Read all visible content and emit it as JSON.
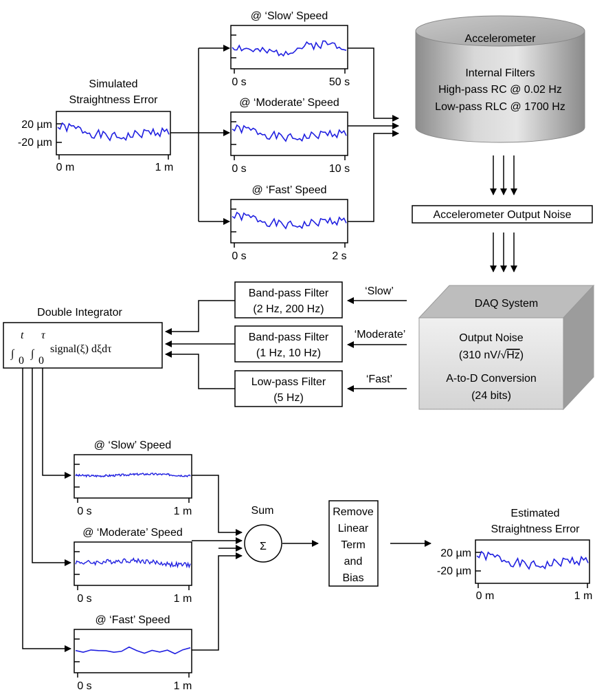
{
  "input": {
    "title_line1": "Simulated",
    "title_line2": "Straightness Error",
    "y_top": "20 µm",
    "y_bottom": "-20 µm",
    "x_left": "0 m",
    "x_right": "1 m"
  },
  "speed_plots": [
    {
      "title": "@ ‘Slow’ Speed",
      "x_left": "0 s",
      "x_right": "50 s"
    },
    {
      "title": "@ ‘Moderate’ Speed",
      "x_left": "0 s",
      "x_right": "10 s"
    },
    {
      "title": "@ ‘Fast’ Speed",
      "x_left": "0 s",
      "x_right": "2 s"
    }
  ],
  "accelerometer": {
    "title": "Accelerometer",
    "filters_title": "Internal Filters",
    "highpass": "High-pass RC @ 0.02 Hz",
    "lowpass": "Low-pass RLC @ 1700 Hz"
  },
  "accel_output_noise": "Accelerometer Output Noise",
  "daq": {
    "title": "DAQ System",
    "noise_label": "Output Noise",
    "noise_value_prefix": "(310 nV/",
    "noise_value_radicand": "Hz",
    "noise_value_suffix": ")",
    "adc_label": "A-to-D Conversion",
    "adc_bits": "(24 bits)"
  },
  "filters": [
    {
      "line1": "Band-pass Filter",
      "line2": "(2 Hz, 200 Hz)",
      "speed": "‘Slow’"
    },
    {
      "line1": "Band-pass Filter",
      "line2": "(1 Hz, 10 Hz)",
      "speed": "‘Moderate’"
    },
    {
      "line1": "Low-pass Filter",
      "line2": "(5 Hz)",
      "speed": "‘Fast’"
    }
  ],
  "integrator": {
    "title": "Double Integrator",
    "upper_outer": "t",
    "upper_inner": "τ",
    "lower_outer": "0",
    "lower_inner": "0",
    "body": "signal(ξ) dξdτ"
  },
  "output_plots": [
    {
      "title": "@ ‘Slow’ Speed",
      "x_left": "0 s",
      "x_right": "1 m"
    },
    {
      "title": "@ ‘Moderate’ Speed",
      "x_left": "0 s",
      "x_right": "1 m"
    },
    {
      "title": "@ ‘Fast’ Speed",
      "x_left": "0 s",
      "x_right": "1 m"
    }
  ],
  "sum": {
    "title": "Sum",
    "symbol": "Σ"
  },
  "remove_box": [
    "Remove",
    "Linear",
    "Term",
    "and",
    "Bias"
  ],
  "estimate": {
    "title_line1": "Estimated",
    "title_line2": "Straightness Error",
    "y_top": "20 µm",
    "y_bottom": "-20 µm",
    "x_left": "0 m",
    "x_right": "1 m"
  },
  "colors": {
    "trace": "#1f1fe0",
    "box_stroke": "#000000"
  }
}
